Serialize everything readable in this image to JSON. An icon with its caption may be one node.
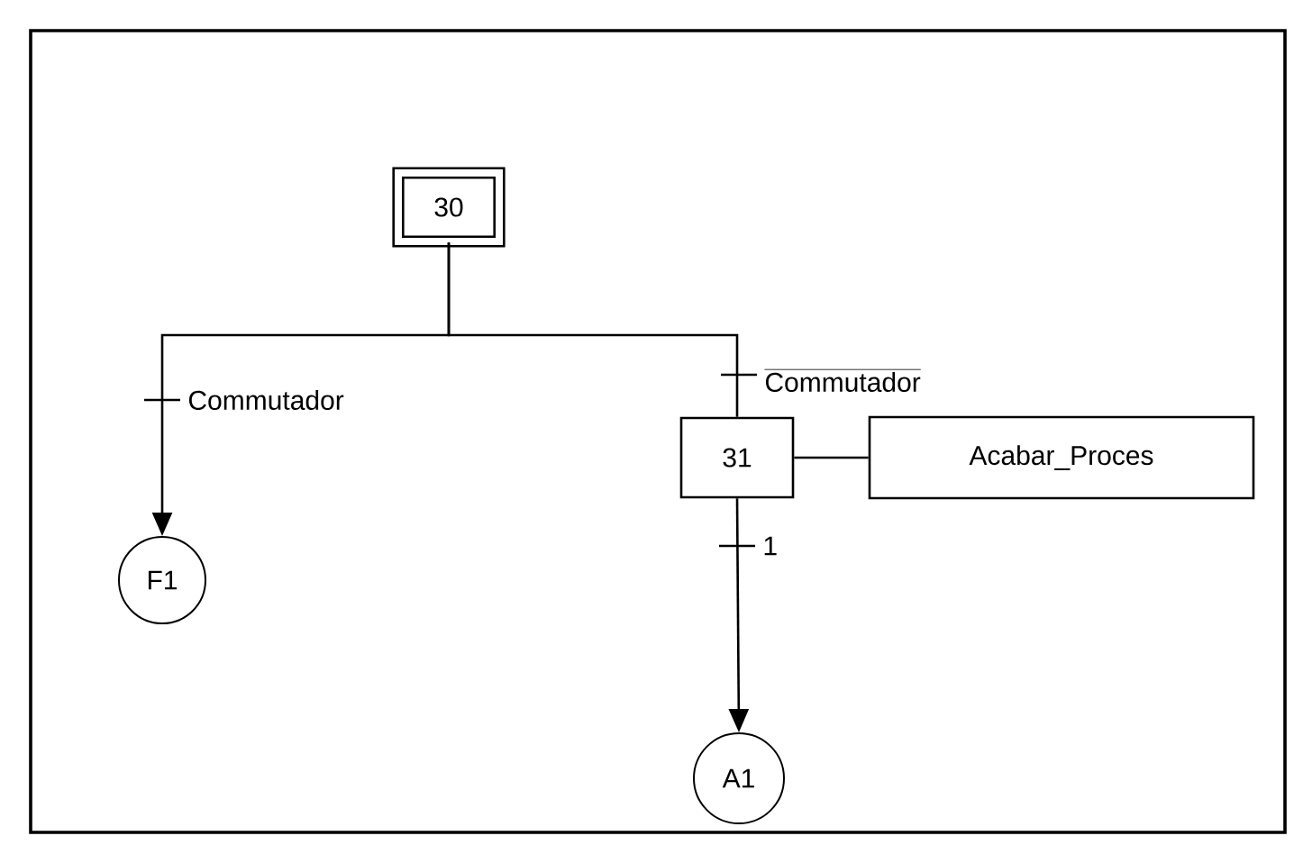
{
  "diagram": {
    "nodes": [
      {
        "text": [
          "30"
        ]
      },
      {
        "text": [
          "F1"
        ]
      },
      {
        "text": [
          "31"
        ]
      },
      {
        "text": [
          "Acabar_Proces"
        ]
      },
      {
        "text": [
          "A1"
        ]
      }
    ],
    "edges": [
      {
        "from": 0,
        "to": 1,
        "arrow": "to",
        "label": "Commutador"
      },
      {
        "from": 0,
        "to": 2,
        "arrow": "none",
        "label": "Commutador"
      },
      {
        "from": 2,
        "to": 3,
        "arrow": "none"
      },
      {
        "from": 2,
        "to": 4,
        "arrow": "to",
        "label": "1"
      }
    ]
  }
}
